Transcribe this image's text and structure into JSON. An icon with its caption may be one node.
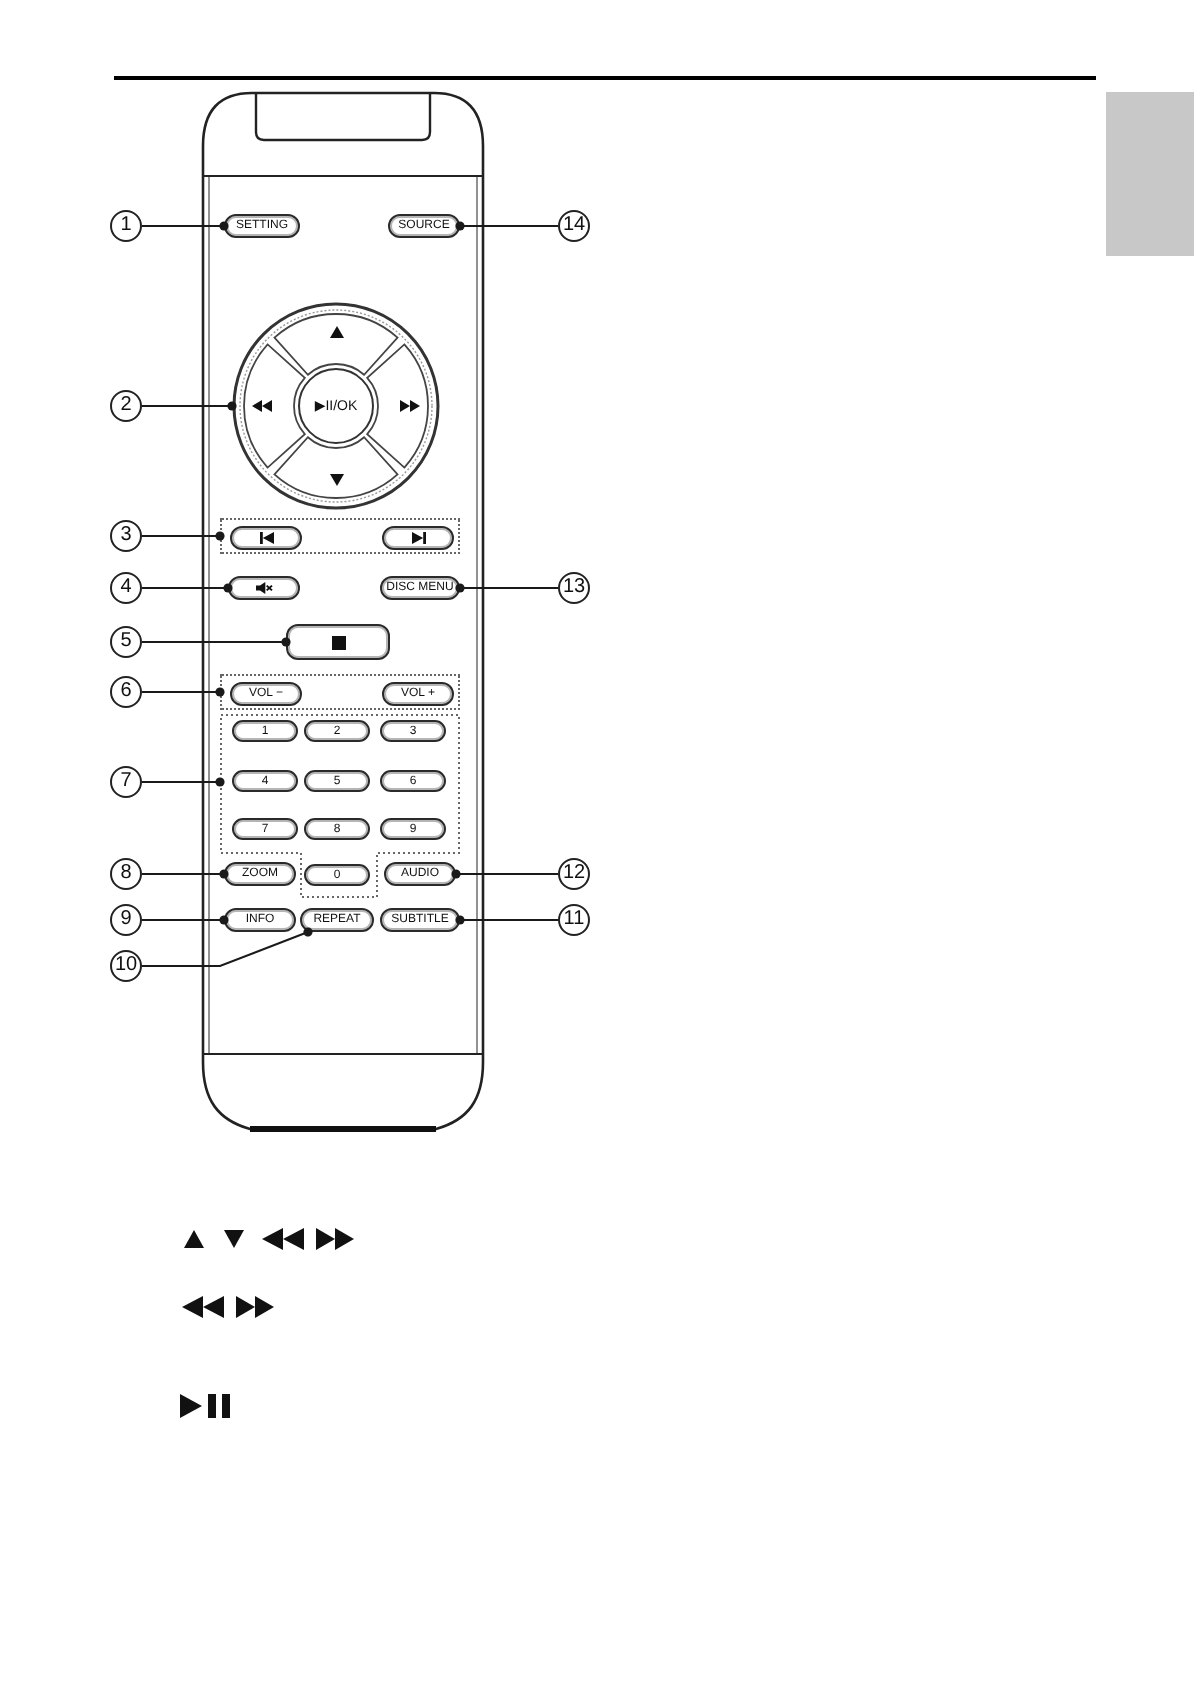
{
  "diagram": {
    "nodes": [
      {
        "text": [],
        "shape": "box"
      },
      {
        "text": [],
        "shape": "box"
      },
      {
        "text": [
          "1"
        ]
      },
      {
        "text": [
          "SETTING"
        ],
        "in": 0
      },
      {
        "text": [
          "SOURCE"
        ],
        "in": 0
      },
      {
        "text": [
          "14"
        ]
      },
      {
        "text": [],
        "shape": "circle",
        "in": 0
      },
      {
        "text": [
          "2"
        ]
      },
      {
        "text": [
          "▶II/OK"
        ],
        "in": 6
      },
      {
        "text": [
          "3"
        ]
      },
      {
        "text": [],
        "shape": "box",
        "in": 0
      },
      {
        "text": [],
        "shape": "box",
        "in": 10
      },
      {
        "text": [],
        "shape": "box",
        "in": 10
      },
      {
        "text": [
          "4"
        ]
      },
      {
        "text": [],
        "shape": "box",
        "in": 0
      },
      {
        "text": [
          "DISC MENU"
        ],
        "in": 0
      },
      {
        "text": [
          "13"
        ]
      },
      {
        "text": [
          "5"
        ]
      },
      {
        "text": [],
        "shape": "box",
        "in": 0
      },
      {
        "text": [
          "6"
        ]
      },
      {
        "text": [],
        "shape": "box",
        "in": 0
      },
      {
        "text": [
          "VOL −"
        ],
        "in": 20
      },
      {
        "text": [
          "VOL +"
        ],
        "in": 20
      },
      {
        "text": [],
        "shape": "box",
        "in": 0
      },
      {
        "text": [
          "1"
        ],
        "in": 23
      },
      {
        "text": [
          "2"
        ],
        "in": 23
      },
      {
        "text": [
          "3"
        ],
        "in": 23
      },
      {
        "text": [
          "7"
        ]
      },
      {
        "text": [
          "4"
        ],
        "in": 23
      },
      {
        "text": [
          "5"
        ],
        "in": 23
      },
      {
        "text": [
          "6"
        ],
        "in": 23
      },
      {
        "text": [
          "7"
        ],
        "in": 23
      },
      {
        "text": [
          "8"
        ],
        "in": 23
      },
      {
        "text": [
          "9"
        ],
        "in": 23
      },
      {
        "text": [
          "8"
        ]
      },
      {
        "text": [
          "ZOOM"
        ],
        "in": 0
      },
      {
        "text": [
          "0"
        ],
        "in": 23
      },
      {
        "text": [
          "AUDIO"
        ],
        "in": 0
      },
      {
        "text": [
          "12"
        ]
      },
      {
        "text": [
          "9"
        ]
      },
      {
        "text": [
          "INFO"
        ],
        "in": 0
      },
      {
        "text": [
          "REPEAT"
        ],
        "in": 0
      },
      {
        "text": [
          "SUBTITLE"
        ],
        "in": 0
      },
      {
        "text": [
          "11"
        ]
      },
      {
        "text": [
          "10"
        ]
      }
    ],
    "edges": [
      {
        "from": 2,
        "to": 3,
        "arrow": "other"
      },
      {
        "from": 7,
        "to": 6,
        "arrow": "other"
      },
      {
        "from": 9,
        "to": 10,
        "arrow": "other"
      },
      {
        "from": 13,
        "to": 14,
        "arrow": "other"
      },
      {
        "from": 17,
        "to": 18,
        "arrow": "other"
      },
      {
        "from": 19,
        "to": 20,
        "arrow": "other"
      },
      {
        "from": 27,
        "to": 23,
        "arrow": "other"
      },
      {
        "from": 34,
        "to": 35,
        "arrow": "other"
      },
      {
        "from": 39,
        "to": 40,
        "arrow": "other"
      },
      {
        "from": 44,
        "to": 41,
        "arrow": "other"
      },
      {
        "from": 43,
        "to": 42,
        "arrow": "other"
      },
      {
        "from": 38,
        "to": 37,
        "arrow": "other"
      },
      {
        "from": 16,
        "to": 15,
        "arrow": "other"
      },
      {
        "from": 5,
        "to": 4,
        "arrow": "other"
      }
    ]
  }
}
